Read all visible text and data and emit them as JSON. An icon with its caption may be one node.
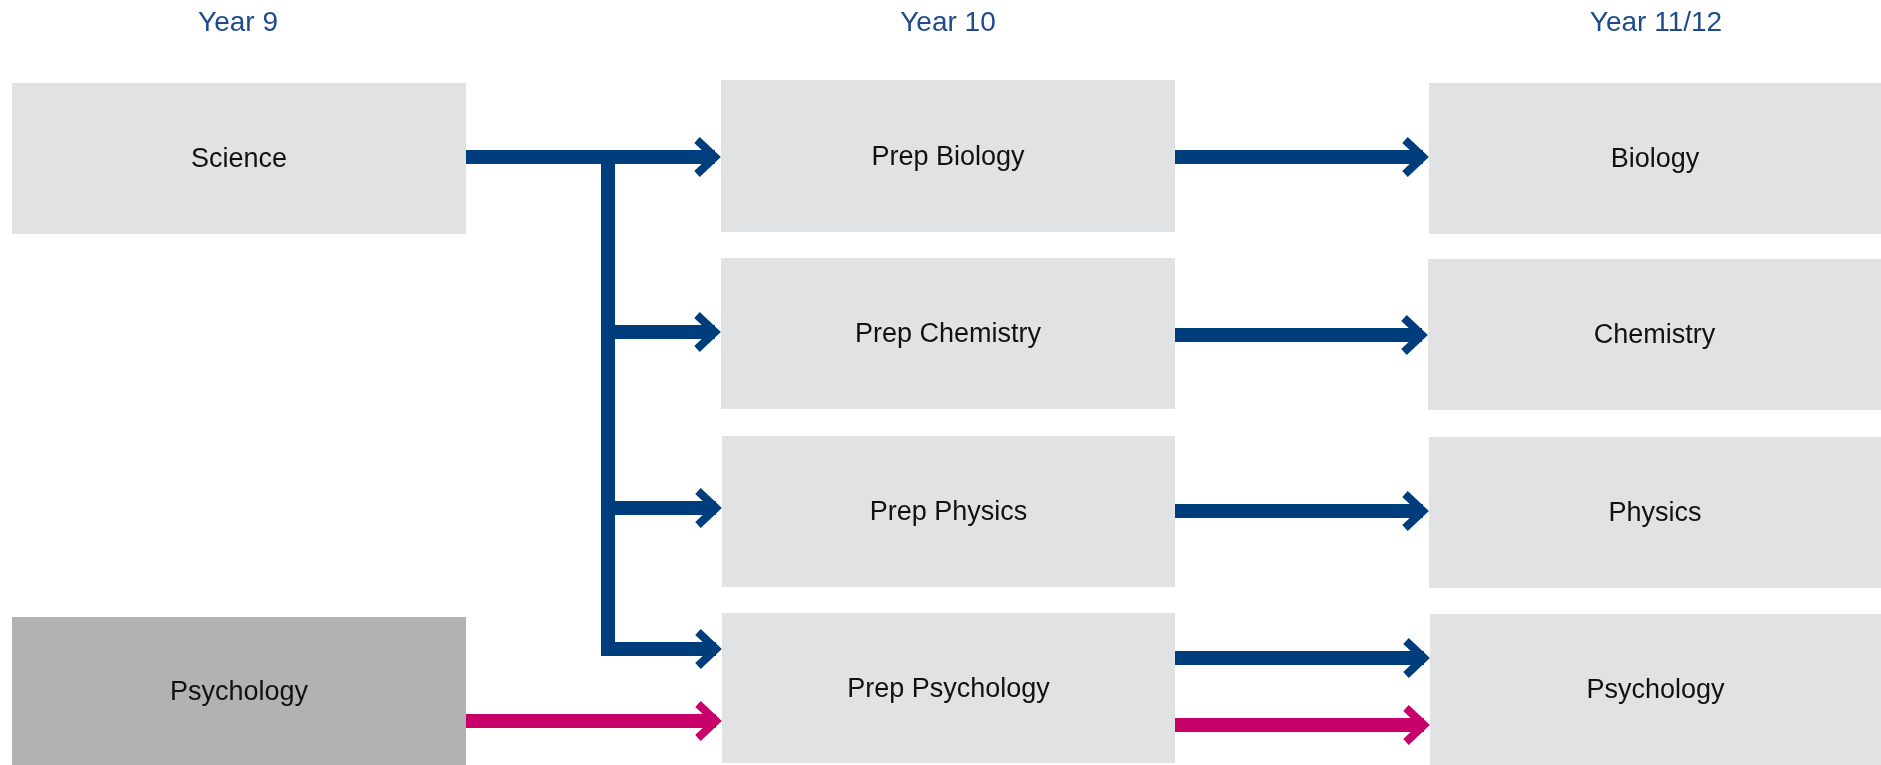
{
  "diagram": {
    "nodes": [
      {
        "text": [
          "Science"
        ]
      },
      {
        "text": [
          "Prep Biology"
        ]
      },
      {
        "text": [
          "Biology"
        ]
      },
      {
        "text": [
          "Prep Chemistry"
        ]
      },
      {
        "text": [
          "Chemistry"
        ]
      },
      {
        "text": [
          "Prep Physics"
        ]
      },
      {
        "text": [
          "Physics"
        ]
      },
      {
        "text": [
          "Psychology"
        ]
      },
      {
        "text": [
          "Prep Psychology"
        ]
      },
      {
        "text": [
          "Psychology"
        ]
      }
    ],
    "edges": [
      {
        "from": 0,
        "to": 1,
        "arrow": "to"
      },
      {
        "from": 0,
        "to": 3,
        "arrow": "to"
      },
      {
        "from": 0,
        "to": 5,
        "arrow": "to"
      },
      {
        "from": 0,
        "to": 8,
        "arrow": "to"
      },
      {
        "from": 1,
        "to": 2,
        "arrow": "to"
      },
      {
        "from": 3,
        "to": 4,
        "arrow": "to"
      },
      {
        "from": 5,
        "to": 6,
        "arrow": "to"
      },
      {
        "from": 8,
        "to": 9,
        "arrow": "to"
      },
      {
        "from": 7,
        "to": 8,
        "arrow": "to",
        "color": "#c8006a"
      },
      {
        "from": 8,
        "to": 9,
        "arrow": "to",
        "color": "#c8006a"
      }
    ],
    "labels": [
      "Year 9",
      "Year 10",
      "Year 11/12"
    ]
  }
}
